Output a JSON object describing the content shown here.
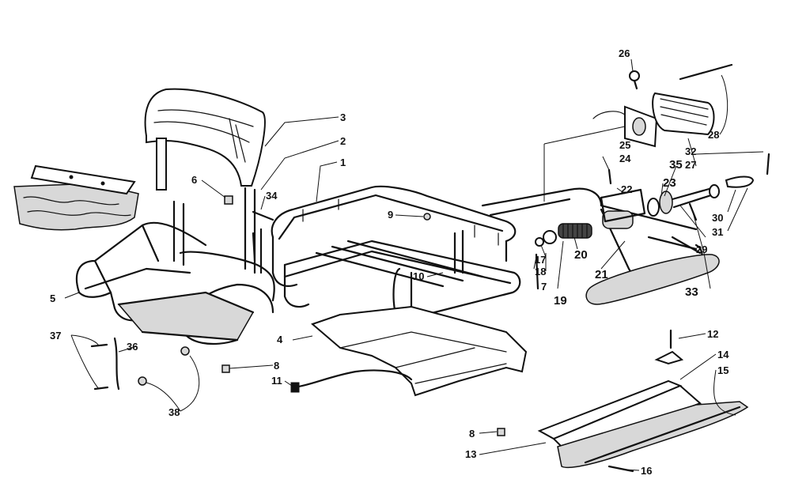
{
  "callouts": [
    {
      "id": "c1",
      "label": "1"
    },
    {
      "id": "c2",
      "label": "2"
    },
    {
      "id": "c3",
      "label": "3"
    },
    {
      "id": "c4",
      "label": "4"
    },
    {
      "id": "c5",
      "label": "5"
    },
    {
      "id": "c6",
      "label": "6"
    },
    {
      "id": "c7",
      "label": "7"
    },
    {
      "id": "c8a",
      "label": "8"
    },
    {
      "id": "c8b",
      "label": "8"
    },
    {
      "id": "c9",
      "label": "9"
    },
    {
      "id": "c10",
      "label": "10"
    },
    {
      "id": "c11",
      "label": "11"
    },
    {
      "id": "c12",
      "label": "12"
    },
    {
      "id": "c13",
      "label": "13"
    },
    {
      "id": "c14",
      "label": "14"
    },
    {
      "id": "c15",
      "label": "15"
    },
    {
      "id": "c16",
      "label": "16"
    },
    {
      "id": "c17",
      "label": "17"
    },
    {
      "id": "c18",
      "label": "18"
    },
    {
      "id": "c19",
      "label": "19"
    },
    {
      "id": "c20",
      "label": "20"
    },
    {
      "id": "c21",
      "label": "21"
    },
    {
      "id": "c22",
      "label": "22"
    },
    {
      "id": "c23",
      "label": "23"
    },
    {
      "id": "c24",
      "label": "24"
    },
    {
      "id": "c25",
      "label": "25"
    },
    {
      "id": "c26",
      "label": "26"
    },
    {
      "id": "c27",
      "label": "27"
    },
    {
      "id": "c28",
      "label": "28"
    },
    {
      "id": "c29",
      "label": "29"
    },
    {
      "id": "c30",
      "label": "30"
    },
    {
      "id": "c31",
      "label": "31"
    },
    {
      "id": "c32",
      "label": "32"
    },
    {
      "id": "c33",
      "label": "33"
    },
    {
      "id": "c34",
      "label": "34"
    },
    {
      "id": "c35",
      "label": "35"
    },
    {
      "id": "c36",
      "label": "36"
    },
    {
      "id": "c37",
      "label": "37"
    },
    {
      "id": "c38",
      "label": "38"
    }
  ]
}
